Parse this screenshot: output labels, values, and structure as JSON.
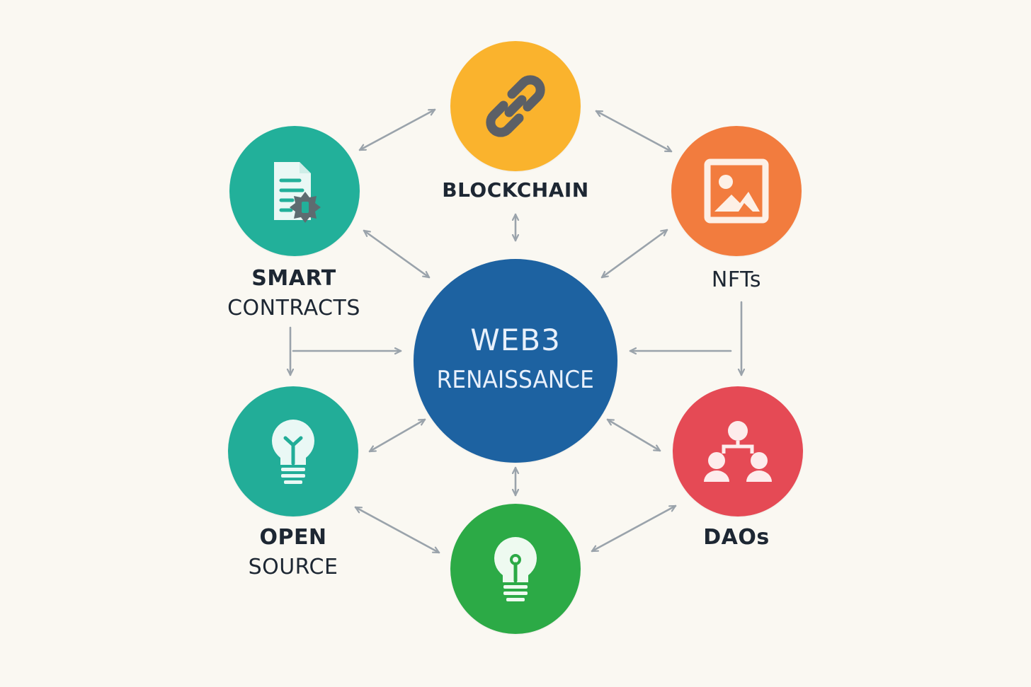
{
  "center": {
    "line1": "WEB3",
    "line2": "RENAISSANCE",
    "color": "#1d62a1"
  },
  "nodes": {
    "blockchain": {
      "label": "BLOCKCHAIN",
      "color": "#fab32d",
      "icon": "chain-link-icon"
    },
    "smart_contracts": {
      "label_line1": "SMART",
      "label_line2": "CONTRACTS",
      "color": "#22b09a",
      "icon": "contract-document-icon"
    },
    "nfts": {
      "label": "NFTs",
      "color": "#f27c3e",
      "icon": "image-frame-icon"
    },
    "daos": {
      "label": "DAOs",
      "color": "#e54a55",
      "icon": "org-people-icon"
    },
    "open_source": {
      "label_line1": "OPEN",
      "label_line2": "SOURCE",
      "color": "#22ad98",
      "icon": "lightbulb-icon"
    },
    "bottom": {
      "color": "#2caa46",
      "icon": "lightbulb-icon"
    }
  },
  "colors": {
    "arrow": "#9aa3ab",
    "text": "#1d2733",
    "background": "#faf8f2"
  }
}
